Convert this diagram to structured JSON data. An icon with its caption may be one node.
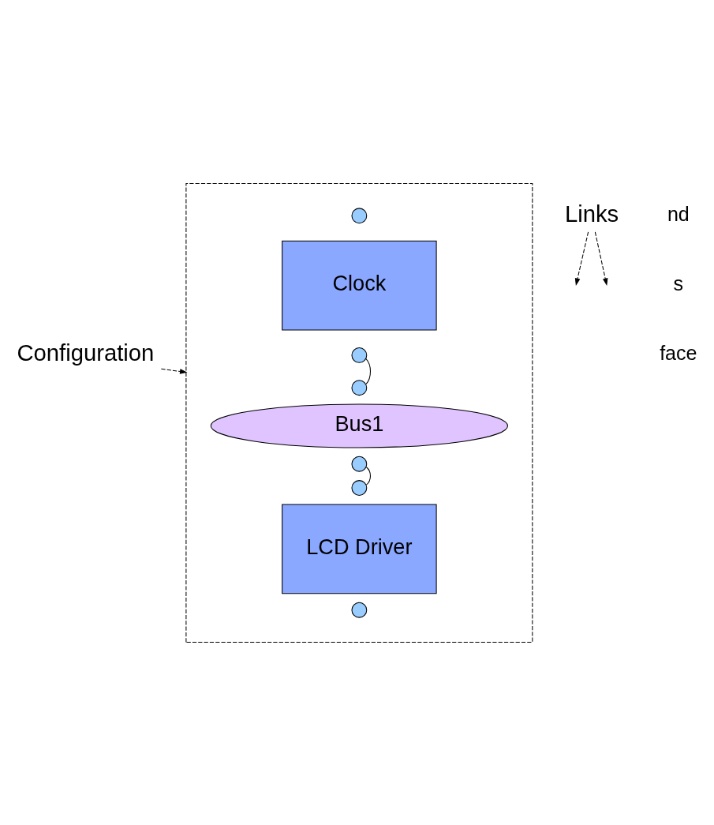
{
  "diagram": {
    "nodes": [
      {
        "text": [
          "Configuration"
        ]
      },
      {
        "text": [],
        "shape": "box"
      },
      {
        "text": [],
        "shape": "circle",
        "in": 1
      },
      {
        "text": [
          "Clock"
        ],
        "in": 1
      },
      {
        "text": [],
        "shape": "circle",
        "in": 1
      },
      {
        "text": [
          "Links"
        ]
      },
      {
        "text": [],
        "shape": "circle",
        "in": 1
      },
      {
        "text": [
          "Bus1"
        ],
        "in": 1
      },
      {
        "text": [],
        "shape": "circle",
        "in": 1
      },
      {
        "text": [],
        "shape": "circle",
        "in": 1
      },
      {
        "text": [
          "LCD Driver"
        ],
        "in": 1
      },
      {
        "text": [],
        "shape": "circle",
        "in": 1
      }
    ],
    "edges": [
      {
        "from": 0,
        "to": 1,
        "arrow": "to",
        "style": "dashed"
      },
      {
        "from": 4,
        "to": 6,
        "arrow": "none"
      },
      {
        "from": 8,
        "to": 9,
        "arrow": "none"
      },
      {
        "from": 5,
        "to": null,
        "arrow": "to",
        "style": "dashed"
      },
      {
        "from": 5,
        "to": null,
        "arrow": "to",
        "style": "dashed"
      }
    ],
    "labels": [
      "nd",
      "s",
      "face"
    ]
  }
}
